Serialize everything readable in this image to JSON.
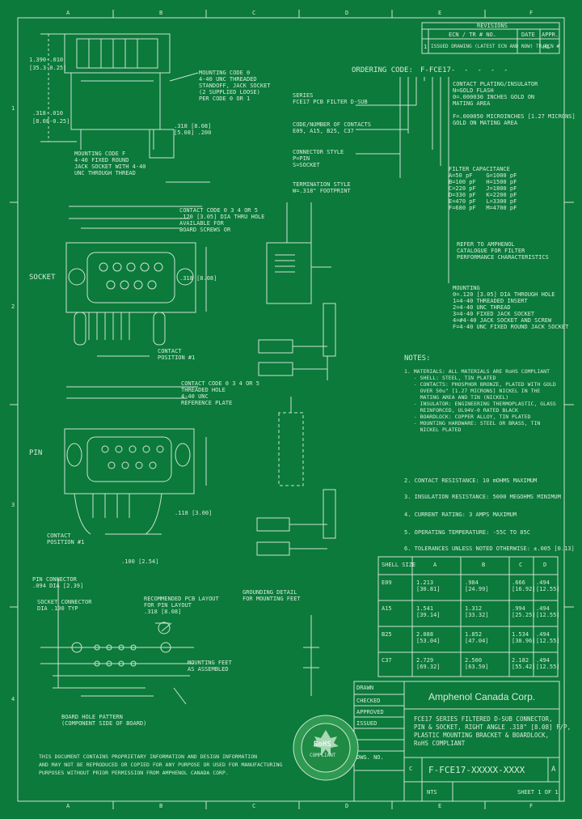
{
  "border": {
    "top_letters": [
      "A",
      "B",
      "C",
      "D",
      "E",
      "F"
    ],
    "bottom_letters": [
      "A",
      "B",
      "C",
      "D",
      "E",
      "F"
    ],
    "side_numbers": [
      "1",
      "2",
      "3",
      "4"
    ]
  },
  "revisions": {
    "title": "REVISIONS",
    "headers": [
      "ECN / TR # NO.",
      "DATE",
      "APPR."
    ],
    "row": [
      "1",
      "ISSUED DRAWING (LATEST ECN AND NOW) TR/ECN #",
      "",
      "HL"
    ]
  },
  "ordering": {
    "label": "ORDERING CODE:",
    "code": "F-FCE17-  -  -  -  -  "
  },
  "left_notes": {
    "dims_top": [
      "1.390-.010",
      "[35.3-0.25]",
      ".318-.010",
      "[8.08-0.25]"
    ],
    "mounting_code_0": "MOUNTING CODE 0\n4-40 UNC THREADED\nSTANDOFF, JACK SOCKET\n(2 SUPPLIED LOOSE)\nPER CODE 0 OR 1",
    "mounting_code_f": "MOUNTING CODE F\n4-40 FIXED ROUND\nJACK SOCKET WITH 4-40\nUNC THROUGH THREAD",
    "ref_dim": ".318 [8.08]\n[5.08] .200",
    "socket_label": "SOCKET",
    "pin_label": "PIN",
    "contact_pos_1": "CONTACT\nPOSITION #1",
    "contact_pos_a": "CONTACT\nPOSITION #1",
    "contact_code": "CONTACT CODE 0 3 4 OR 5\nTHREADED HOLE\n4-40 UNC\nREFERENCE PLATE",
    "contact_code2": "CONTACT CODE 0 3 4 OR 5\n.120 [3.05] DIA THRU HOLE\nAVAILABLE FOR\nBOARD SCREWS OR",
    "pin_connector": "PIN CONNECTOR\n.094 DIA [2.39]",
    "board_hole": "BOARD HOLE PATTERN\n(COMPONENT SIDE OF BOARD)",
    "socket_conn": "SOCKET CONNECTOR\nDIA .100 TYP",
    "dims_socket": [
      ".318 [8.08]",
      ".100 [2.54]",
      ".118 [3.00]"
    ],
    "pattern_note": "RECOMMENDED PCB LAYOUT\nFOR PIN LAYOUT\n.318 [8.08]",
    "grounding": "GROUNDING DETAIL\nFOR MOUNTING FEET",
    "mounting_feet": "MOUNTING FEET\nAS ASSEMBLED"
  },
  "right_spec": {
    "series": "SERIES\nFCE17 PCB FILTER D-SUB",
    "contacts": "CODE/NUMBER OF CONTACTS\nE09, A15, B25, C37",
    "connector_style": "CONNECTOR STYLE\nP=PIN\nS=SOCKET",
    "termination": "TERMINATION STYLE\nW=.318\" FOOTPRINT",
    "contact_plating": "CONTACT PLATING/INSULATOR\nN=GOLD FLASH\n0=.000030 INCHES GOLD ON\nMATING AREA\n\nF=.000050 MICROINCHES [1.27 MICRONS]\nGOLD ON MATING AREA",
    "filter": "FILTER CAPACITANCE\nA=50 pF    G=1000 pF\nB=100 pF   H=1500 pF\nC=220 pF   J=1800 pF\nD=330 pF   K=2200 pF\nE=470 pF   L=3300 pF\nF=680 pF   M=4700 pF",
    "filter_note": "REFER TO AMPHENOL\nCATALOGUE FOR FILTER\nPERFORMANCE CHARACTERISTICS",
    "mounting": "MOUNTING\n0=.120 [3.05] DIA THROUGH HOLE\n1=4-40 THREADED INSERT\n2=4-40 UNC THREAD\n3=4-40 FIXED JACK SOCKET\n4=#4-40 JACK SOCKET AND SCREW\nF=4-40 UNC FIXED ROUND JACK SOCKET"
  },
  "notes": {
    "title": "NOTES:",
    "items": [
      "1. MATERIALS: ALL MATERIALS ARE RoHS COMPLIANT\n   - SHELL: STEEL, TIN PLATED\n   - CONTACTS: PHOSPHOR BRONZE, PLATED WITH GOLD\n     OVER 50u\" [1.27 MICRONS] NICKEL IN THE\n     MATING AREA AND TIN (NICKEL)\n   - INSULATOR: ENGINEERING THERMOPLASTIC, GLASS\n     REINFORCED, UL94V-0 RATED BLACK\n   - BOARDLOCK: COPPER ALLOY, TIN PLATED\n   - MOUNTING HARDWARE: STEEL OR BRASS, TIN\n     NICKEL PLATED",
      "2. CONTACT RESISTANCE: 10 mOHMS MAXIMUM",
      "3. INSULATION RESISTANCE: 5000 MEGOHMS MINIMUM",
      "4. CURRENT RATING: 3 AMPS MAXIMUM",
      "5. OPERATING TEMPERATURE: -55C TO 85C",
      "6. TOLERANCES UNLESS NOTED OTHERWISE: ±.005 [0.13]"
    ]
  },
  "dim_table": {
    "headers": [
      "SHELL SIZE",
      "A",
      "B",
      "C",
      "D"
    ],
    "rows": [
      [
        "E09",
        "1.213\n[30.81]",
        ".984\n[24.99]",
        ".666\n[16.92]",
        ".494\n[12.55]"
      ],
      [
        "A15",
        "1.541\n[39.14]",
        "1.312\n[33.32]",
        ".994\n[25.25]",
        ".494\n[12.55]"
      ],
      [
        "B25",
        "2.088\n[53.04]",
        "1.852\n[47.04]",
        "1.534\n[38.96]",
        ".494\n[12.55]"
      ],
      [
        "C37",
        "2.729\n[69.32]",
        "2.500\n[63.50]",
        "2.182\n[55.42]",
        ".494\n[12.55]"
      ]
    ]
  },
  "title_block": {
    "company": "Amphenol Canada Corp.",
    "description": "FCE17 SERIES FILTERED D-SUB CONNECTOR,\nPIN & SOCKET, RIGHT ANGLE .318\" [8.08] F/P,\nPLASTIC MOUNTING BRACKET & BOARDLOCK,\nRoHS COMPLIANT",
    "part_number": "F-FCE17-XXXXX-XXXX",
    "rev": "A",
    "scale": "NTS",
    "sheet": "SHEET 1 OF 1",
    "fields": [
      "DRAWN",
      "CHECKED",
      "APPROVED",
      "ISSUED",
      "DWG. NO."
    ],
    "size": "C"
  },
  "rohs": {
    "line1": "RoHS",
    "line2": "COMPLIANT"
  },
  "disclaimer": "THIS DOCUMENT CONTAINS PROPRIETARY INFORMATION AND DESIGN INFORMATION\nAND MAY NOT BE REPRODUCED OR COPIED FOR ANY PURPOSE OR USED FOR MANUFACTURING\nPURPOSES WITHOUT PRIOR PERMISSION FROM AMPHENOL CANADA CORP."
}
